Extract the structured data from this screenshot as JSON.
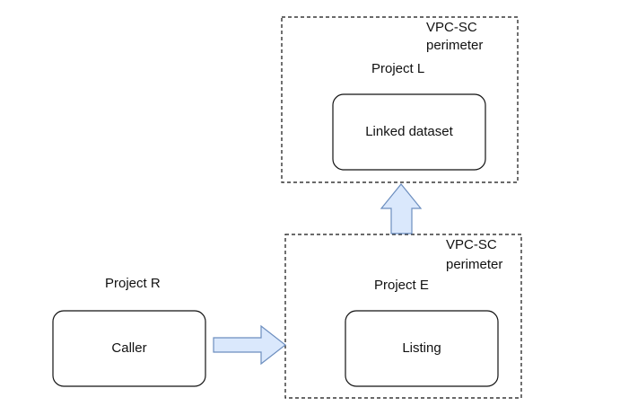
{
  "colors": {
    "line": "#111111",
    "arrow_fill": "#dae8fc",
    "arrow_stroke": "#6c8ebf",
    "background": "#ffffff"
  },
  "perimeter_l": {
    "title_line1": "VPC-SC",
    "title_line2": "perimeter",
    "project_label": "Project L",
    "node_label": "Linked dataset"
  },
  "perimeter_e": {
    "title_line1": "VPC-SC",
    "title_line2": "perimeter",
    "project_label": "Project E",
    "node_label": "Listing"
  },
  "project_r": {
    "project_label": "Project R",
    "node_label": "Caller"
  }
}
